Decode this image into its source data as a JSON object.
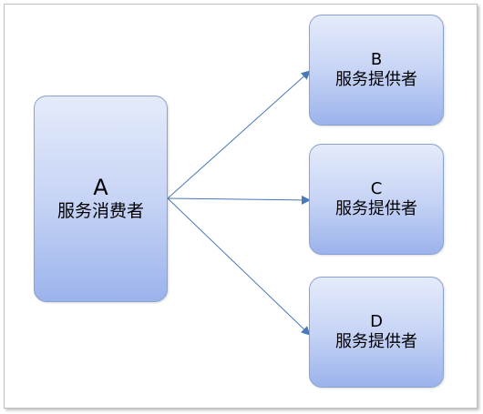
{
  "consumer": {
    "letter": "A",
    "role": "服务消费者"
  },
  "providers": [
    {
      "letter": "B",
      "role": "服务提供者"
    },
    {
      "letter": "C",
      "role": "服务提供者"
    },
    {
      "letter": "D",
      "role": "服务提供者"
    }
  ],
  "colors": {
    "border": "#8aa2cf",
    "fill_top": "#e4ebfa",
    "fill_bottom": "#9bb3ec",
    "arrow": "#4a78b8"
  }
}
